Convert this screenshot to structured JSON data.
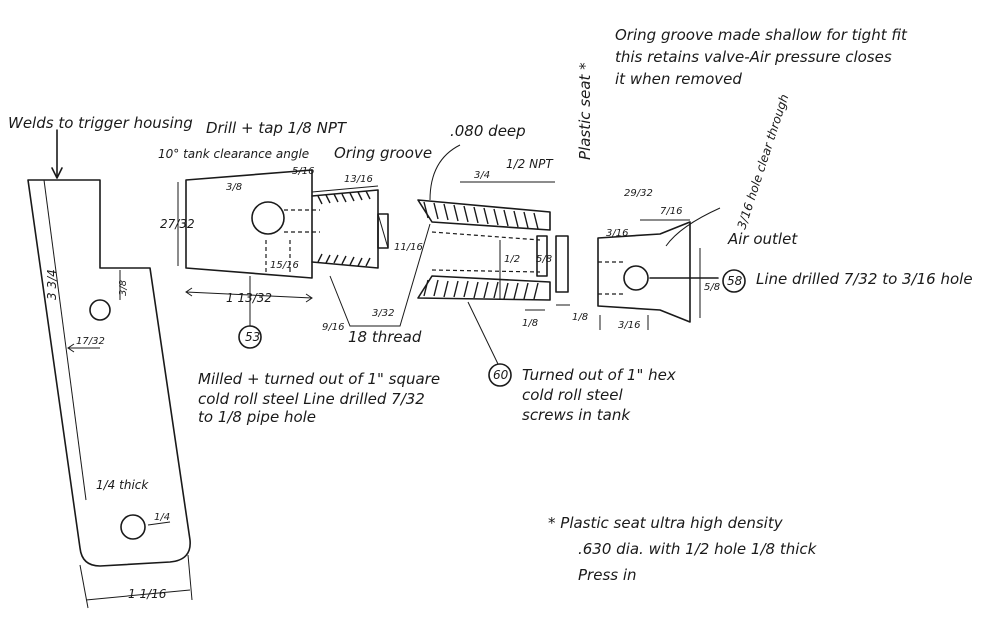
{
  "labels": {
    "weld_note": "Welds to trigger housing",
    "drill_tap": "Drill + tap 1/8 NPT",
    "tank_clearance": "10° tank clearance angle",
    "oring_groove": "Oring groove",
    "deep": ".080 deep",
    "npt_half": "1/2 NPT",
    "plastic_seat": "Plastic seat *",
    "oring_note_1": "Oring groove made shallow for tight fit",
    "oring_note_2": "this retains valve-Air pressure closes",
    "oring_note_3": "it when removed",
    "hole_clear": "3/16 hole clear through",
    "air_outlet": "Air outlet",
    "line_drilled_58": "Line drilled 7/32 to 3/16 hole",
    "part_53": "53",
    "part_58": "58",
    "part_60": "60",
    "thread": "18 thread",
    "milled_1": "Milled + turned out of 1\" square",
    "milled_2": "cold roll steel  Line drilled 7/32",
    "milled_3": "to 1/8 pipe hole",
    "turned_1": "Turned out of 1\" hex",
    "turned_2": "cold roll steel",
    "turned_3": "screws in tank",
    "thick": "1/4 thick",
    "seat_note_1": "* Plastic seat ultra high density",
    "seat_note_2": ".630 dia. with 1/2 hole 1/8 thick",
    "seat_note_3": "Press in"
  },
  "dims": {
    "d_3_3_4": "3 3/4",
    "d_17_32": "17/32",
    "d_1_1_16": "1 1/16",
    "d_1_4_hole": "1/4",
    "d_3_8": "3/8",
    "d_27_32": "27/32",
    "d_3_8_top": "3/8",
    "d_5_16": "5/16",
    "d_1_13_32": "1 13/32",
    "d_13_16": "13/16",
    "d_9_16": "9/16",
    "d_3_32": "3/32",
    "d_11_16": "11/16",
    "d_1_2": "1/2",
    "d_3_4": "3/4",
    "d_5_8": "5/8",
    "d_1_8a": "1/8",
    "d_1_8b": "1/8",
    "d_29_32": "29/32",
    "d_7_16": "7/16",
    "d_3_16": "3/16",
    "d_5_8_right": "5/8",
    "d_3_16_b": "3/16",
    "d_15_16": "15/16"
  }
}
